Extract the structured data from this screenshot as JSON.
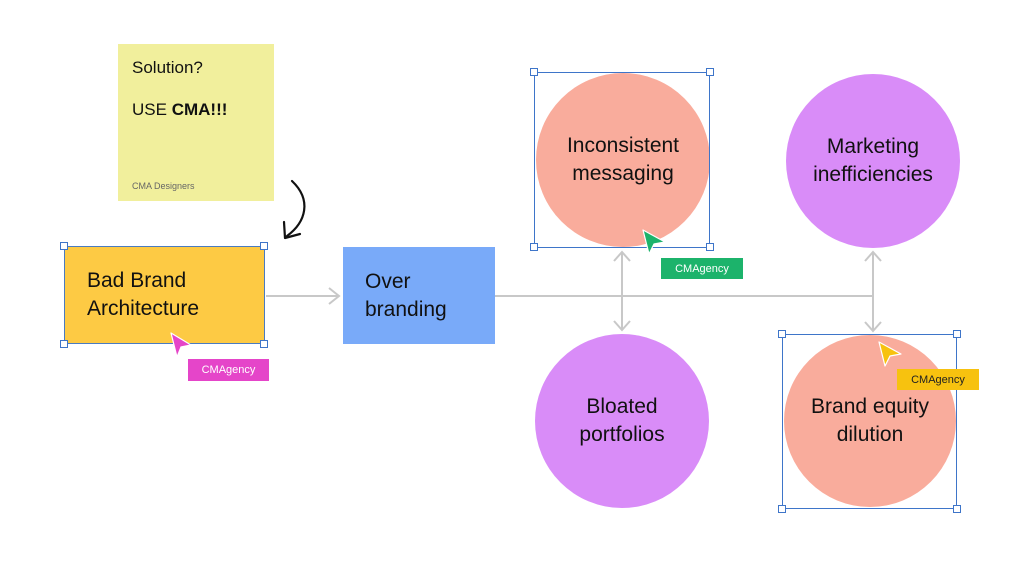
{
  "sticky": {
    "line1": "Solution?",
    "line2_prefix": "USE ",
    "line2_bold": "CMA!!!",
    "signature": "CMA Designers"
  },
  "nodes": {
    "bad_brand": {
      "line1": "Bad Brand",
      "line2": "Architecture",
      "color": "#fdca44"
    },
    "over_branding": {
      "line1": "Over",
      "line2": "branding",
      "color": "#79aaf9"
    },
    "inconsistent": {
      "line1": "Inconsistent",
      "line2": "messaging",
      "color": "#f9ac9c"
    },
    "marketing": {
      "line1": "Marketing",
      "line2": "inefficiencies",
      "color": "#d98cf8"
    },
    "bloated": {
      "line1": "Bloated",
      "line2": "portfolios",
      "color": "#d98cf8"
    },
    "equity": {
      "line1": "Brand equity",
      "line2": "dilution",
      "color": "#f9ac9c"
    }
  },
  "cursors": [
    {
      "label": "CMAgency",
      "color": "#e545c9"
    },
    {
      "label": "CMAgency",
      "color": "#1cb36b"
    },
    {
      "label": "CMAgency",
      "color": "#f7c20f"
    }
  ],
  "colors": {
    "connector": "#c8c8c8",
    "selection": "#3e75c9"
  }
}
